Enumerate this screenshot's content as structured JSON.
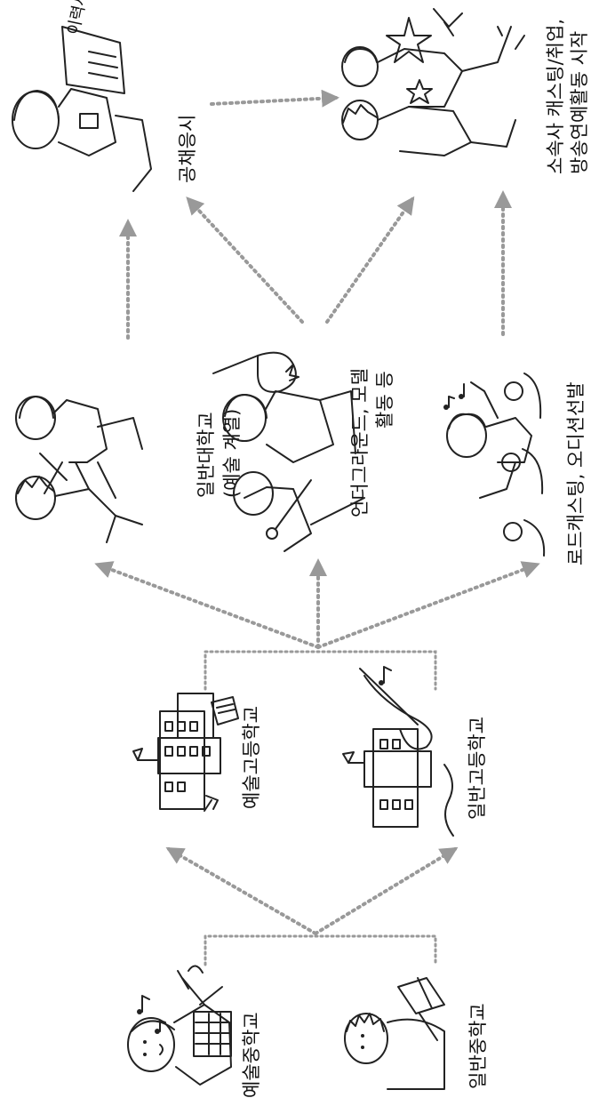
{
  "labels": {
    "arts_middle_school": "예술중학교",
    "general_middle_school": "일반중학교",
    "arts_high_school": "예술고등학교",
    "general_high_school": "일반고등학교",
    "general_university_line1": "일반대학교",
    "general_university_line2": "(예술 계열)",
    "underground_line1": "언더그라운드, 모델",
    "underground_line2": "활동 등",
    "road_casting": "로드캐스팅, 오디션선발",
    "public_recruit": "공채응시",
    "agency_line1": "소속사 캐스팅/취업,",
    "agency_line2": "방송연예활동 시작",
    "resume_doc": "이력서"
  },
  "colors": {
    "arrow": "#999999",
    "ink": "#222222",
    "text": "#111111"
  },
  "icons": [
    "pen-icon",
    "microphone-icon",
    "guitar-icon",
    "violin-icon",
    "star-icon",
    "music-note-icon",
    "flag-icon"
  ]
}
